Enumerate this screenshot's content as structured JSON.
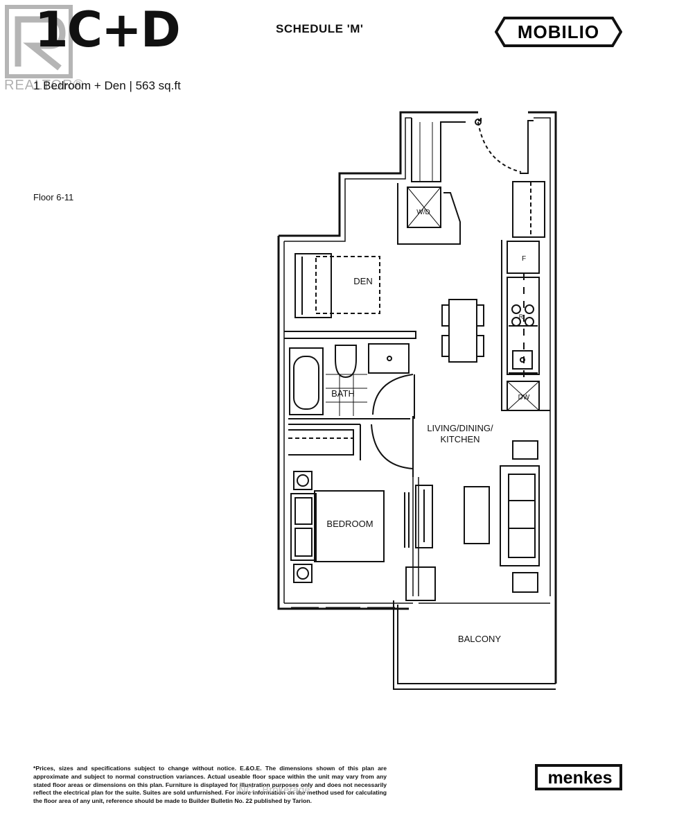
{
  "header": {
    "unit_name": "1C+D",
    "schedule": "SCHEDULE 'M'",
    "brand_logo": "MOBILIO",
    "unit_description": "1 Bedroom + Den  |  563 sq.ft"
  },
  "floor_label": "Floor 6-11",
  "rooms": {
    "den": "DEN",
    "bath": "BATH",
    "bedroom": "BEDROOM",
    "living_line1": "LIVING/DINING/",
    "living_line2": "KITCHEN",
    "balcony": "BALCONY",
    "washer_dryer": "W/D",
    "fridge": "F",
    "range": "R",
    "dishwasher": "DW"
  },
  "footer": {
    "disclaimer": "*Prices, sizes and specifications subject to change without notice. E.&O.E. The dimensions shown of this plan are approximate and subject to normal construction variances. Actual useable floor space within the unit may vary from any stated floor areas or dimensions on this plan. Furniture is displayed for illustration purposes only and does not necessarily reflect the electrical plan for the suite. Suites are sold unfurnished. For more information on the method used for calculating the floor area of any unit, reference should be made to Builder Bulletin No. 22 published by Tarion.",
    "builder_logo": "menkes"
  },
  "watermark": {
    "realtor_text": "REALTOR®",
    "brokerage_text": "INC., Brokerage"
  }
}
